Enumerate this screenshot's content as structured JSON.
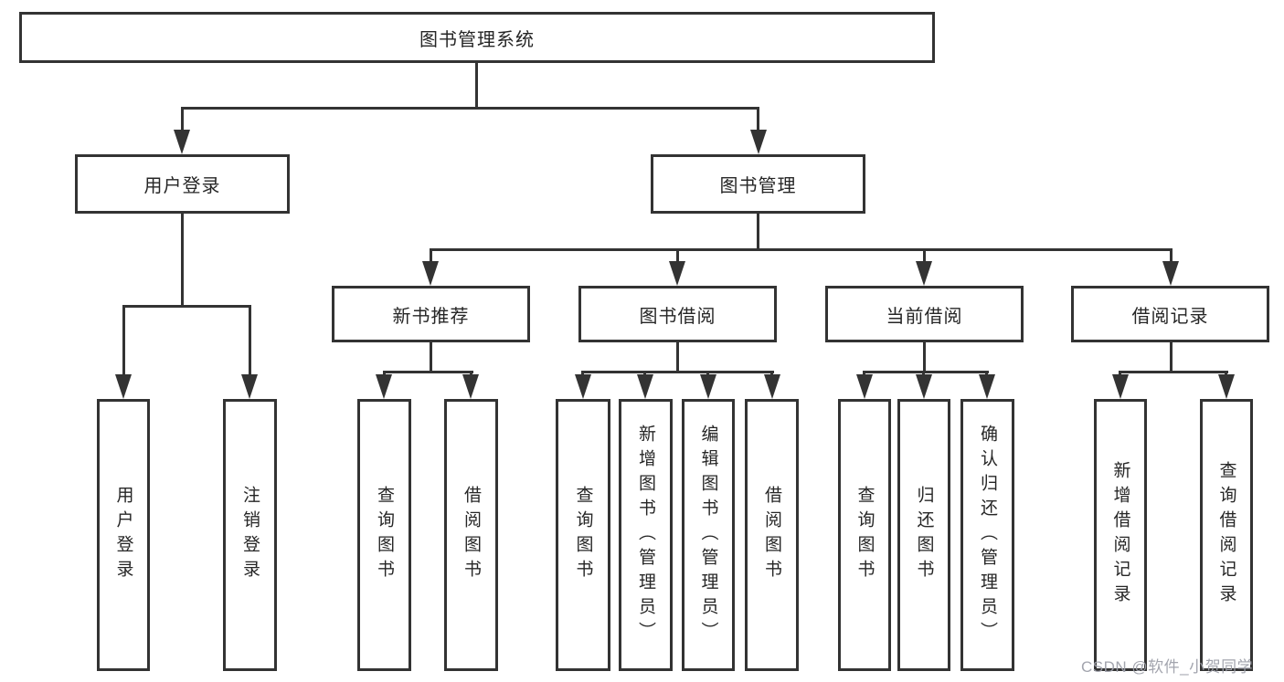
{
  "colors": {
    "background": "#ffffff",
    "line": "#333333",
    "box_border": "#333333",
    "text": "#262626",
    "watermark": "#9ea0aa"
  },
  "watermark": {
    "text": "CSDN @软件_小贺同学"
  },
  "tree": {
    "root": {
      "label": "图书管理系统",
      "children": [
        {
          "label": "用户登录",
          "children": [
            {
              "label": "用户登录"
            },
            {
              "label": "注销登录"
            }
          ]
        },
        {
          "label": "图书管理",
          "children": [
            {
              "label": "新书推荐",
              "children": [
                {
                  "label": "查询图书"
                },
                {
                  "label": "借阅图书"
                }
              ]
            },
            {
              "label": "图书借阅",
              "children": [
                {
                  "label": "查询图书"
                },
                {
                  "label": "新增图书（管理员）"
                },
                {
                  "label": "编辑图书（管理员）"
                },
                {
                  "label": "借阅图书"
                }
              ]
            },
            {
              "label": "当前借阅",
              "children": [
                {
                  "label": "查询图书"
                },
                {
                  "label": "归还图书"
                },
                {
                  "label": "确认归还（管理员）"
                }
              ]
            },
            {
              "label": "借阅记录",
              "children": [
                {
                  "label": "新增借阅记录"
                },
                {
                  "label": "查询借阅记录"
                }
              ]
            }
          ]
        }
      ]
    }
  }
}
